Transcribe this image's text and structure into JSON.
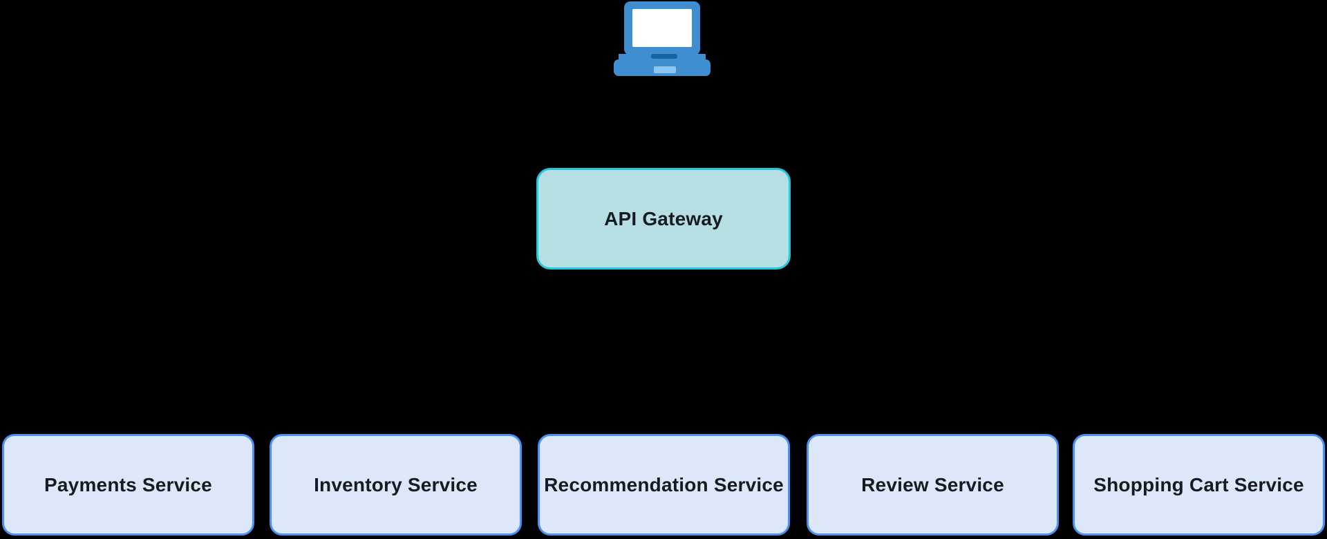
{
  "diagram": {
    "type": "architecture-diagram",
    "nodes": {
      "client": {
        "icon": "laptop-icon"
      },
      "gateway": {
        "label": "API Gateway"
      },
      "services": [
        {
          "label": "Payments Service"
        },
        {
          "label": "Inventory Service"
        },
        {
          "label": "Recommendation Service"
        },
        {
          "label": "Review Service"
        },
        {
          "label": "Shopping Cart Service"
        }
      ]
    },
    "edges": [
      {
        "from": "client",
        "to": "API Gateway"
      },
      {
        "from": "API Gateway",
        "to": "Payments Service"
      },
      {
        "from": "API Gateway",
        "to": "Inventory Service"
      },
      {
        "from": "API Gateway",
        "to": "Recommendation Service"
      },
      {
        "from": "API Gateway",
        "to": "Review Service"
      },
      {
        "from": "API Gateway",
        "to": "Shopping Cart Service"
      }
    ],
    "colors": {
      "background": "#000000",
      "connector": "#000000",
      "text": "#161b22",
      "gateway_fill": "#b5dfe2",
      "gateway_border": "#22c9dd",
      "service_fill": "#dce7fa",
      "service_border": "#4a90f5",
      "laptop_blue": "#3e8ed0",
      "laptop_dark": "#1563a0",
      "laptop_light": "#8ac6ef",
      "laptop_screen": "#ffffff"
    }
  }
}
